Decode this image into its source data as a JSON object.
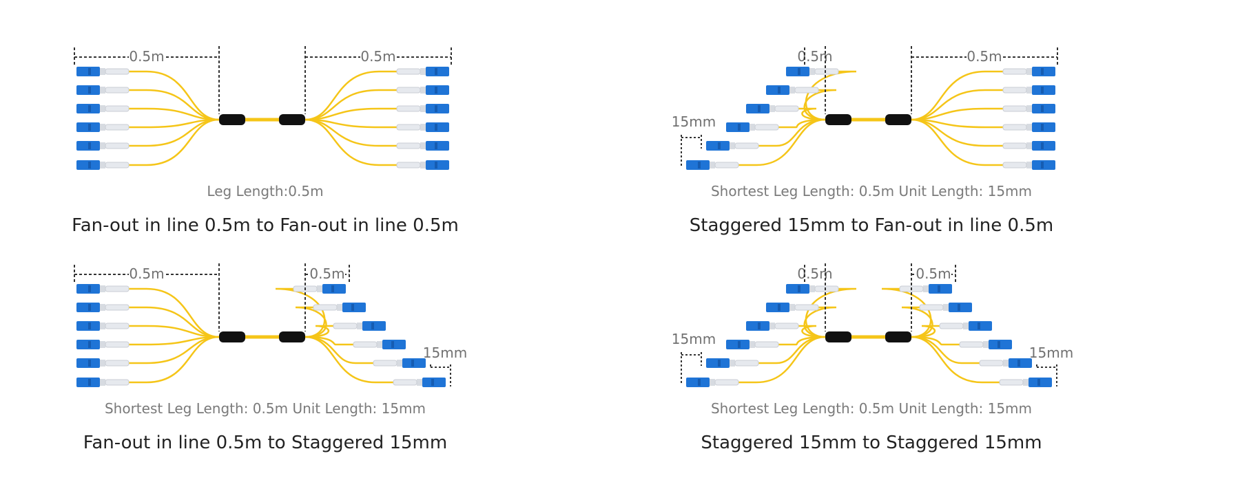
{
  "colors": {
    "fiber": "#f5c518",
    "connector_blue": "#1f74d6",
    "connector_dark": "#0f4c9a",
    "ferrule": "#e6e9ee",
    "breakout": "#111111",
    "dimension": "#333333"
  },
  "icons": [
    "lc-connector-icon",
    "breakout-boot-icon"
  ],
  "panels": [
    {
      "left": {
        "style": "inline",
        "dim_label": "0.5m",
        "unit_label": ""
      },
      "right": {
        "style": "inline",
        "dim_label": "0.5m",
        "unit_label": ""
      },
      "caption": "Leg Length:0.5m",
      "title": "Fan-out in line 0.5m to Fan-out in line 0.5m"
    },
    {
      "left": {
        "style": "staggered",
        "dim_label": "0.5m",
        "unit_label": "15mm"
      },
      "right": {
        "style": "inline",
        "dim_label": "0.5m",
        "unit_label": ""
      },
      "caption": "Shortest Leg Length: 0.5m  Unit Length: 15mm",
      "title": "Staggered 15mm to Fan-out in line 0.5m"
    },
    {
      "left": {
        "style": "inline",
        "dim_label": "0.5m",
        "unit_label": ""
      },
      "right": {
        "style": "staggered",
        "dim_label": "0.5m",
        "unit_label": "15mm"
      },
      "caption": "Shortest Leg Length: 0.5m  Unit Length: 15mm",
      "title": "Fan-out in line 0.5m to Staggered 15mm"
    },
    {
      "left": {
        "style": "staggered",
        "dim_label": "0.5m",
        "unit_label": "15mm"
      },
      "right": {
        "style": "staggered",
        "dim_label": "0.5m",
        "unit_label": "15mm"
      },
      "caption": "Shortest Leg Length: 0.5m  Unit Length: 15mm",
      "title": "Staggered 15mm to Staggered 15mm"
    }
  ]
}
